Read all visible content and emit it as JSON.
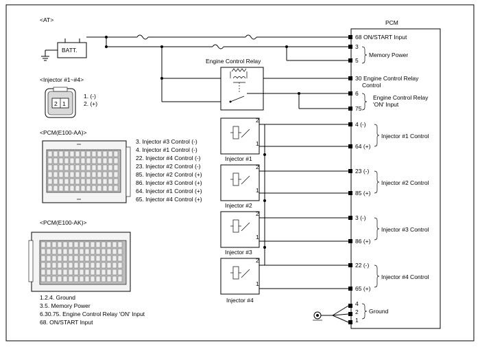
{
  "header": {
    "at_label": "<AT>",
    "pcm_title": "PCM"
  },
  "battery": {
    "label": "BATT."
  },
  "relay": {
    "title": "Engine Control Relay"
  },
  "pcm_pins": [
    {
      "num": "68",
      "text": "ON/START Input"
    },
    {
      "num": "3",
      "text": ""
    },
    {
      "num": "5",
      "text": ""
    },
    {
      "num": "30",
      "text": "Engine Control Relay"
    },
    {
      "num": "6",
      "text": ""
    },
    {
      "num": "75",
      "text": ""
    },
    {
      "num": "4 (-)",
      "text": ""
    },
    {
      "num": "64 (+)",
      "text": ""
    },
    {
      "num": "23 (-)",
      "text": ""
    },
    {
      "num": "85 (+)",
      "text": ""
    },
    {
      "num": "3 (-)",
      "text": ""
    },
    {
      "num": "86 (+)",
      "text": ""
    },
    {
      "num": "22 (-)",
      "text": ""
    },
    {
      "num": "65 (+)",
      "text": ""
    },
    {
      "num": "4",
      "text": ""
    },
    {
      "num": "2",
      "text": ""
    },
    {
      "num": "1",
      "text": ""
    }
  ],
  "pcm_labels": {
    "control_suffix": "Control",
    "memory_power": "Memory Power",
    "relay_on_1": "Engine Control Relay",
    "relay_on_2": "'ON' Input",
    "inj1_control": "Injector #1 Control",
    "inj2_control": "Injector #2 Control",
    "inj3_control": "Injector #3 Control",
    "inj4_control": "Injector #4 Control",
    "ground": "Ground"
  },
  "injectors": [
    {
      "name": "Injector #1",
      "pin_top": "2",
      "pin_bottom": "1"
    },
    {
      "name": "Injector #2",
      "pin_top": "2",
      "pin_bottom": "1"
    },
    {
      "name": "Injector #3",
      "pin_top": "2",
      "pin_bottom": "1"
    },
    {
      "name": "Injector #4",
      "pin_top": "2",
      "pin_bottom": "1"
    }
  ],
  "injector_connector": {
    "title": "<Injector #1~#4>",
    "pin2": "2",
    "pin1": "1",
    "legend": [
      "1. (-)",
      "2. (+)"
    ]
  },
  "pcm_aa": {
    "title": "<PCM(E100-AA)>",
    "legend": [
      "3. Injector #3 Control (-)",
      "4. Injector #1 Control (-)",
      "22. Injector #4 Control (-)",
      "23. Injector #2 Control (-)",
      "85. Injector #2 Control (+)",
      "86. Injector #3 Control (+)",
      "64. Injector #1 Control (+)",
      "65. Injector #4 Control (+)"
    ]
  },
  "pcm_ak": {
    "title": "<PCM(E100-AK)>",
    "legend": [
      "1.2.4. Ground",
      "3.5. Memory Power",
      "6.30.75. Engine Control Relay 'ON' Input",
      "68. ON/START Input"
    ]
  }
}
